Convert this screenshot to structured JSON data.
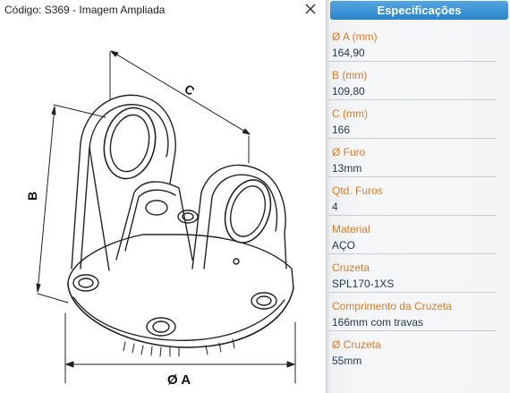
{
  "window": {
    "title": "Código: S369 - Imagem Ampliada"
  },
  "drawing": {
    "dim_a": "Ø A",
    "dim_b": "B",
    "dim_c": "C"
  },
  "specs": {
    "header": "Especificações",
    "items": [
      {
        "label": "Ø A (mm)",
        "value": "164,90"
      },
      {
        "label": "B (mm)",
        "value": "109,80"
      },
      {
        "label": "C (mm)",
        "value": "166"
      },
      {
        "label": "Ø Furo",
        "value": "13mm"
      },
      {
        "label": "Qtd. Furos",
        "value": "4"
      },
      {
        "label": "Material",
        "value": "AÇO"
      },
      {
        "label": "Cruzeta",
        "value": "SPL170-1XS"
      },
      {
        "label": "Comprimento da Cruzeta",
        "value": "166mm com travas"
      },
      {
        "label": "Ø Cruzeta",
        "value": "55mm"
      }
    ]
  },
  "colors": {
    "header_blue": "#2a84c9",
    "label_orange": "#e07b2a",
    "value_navy": "#1f3650"
  }
}
